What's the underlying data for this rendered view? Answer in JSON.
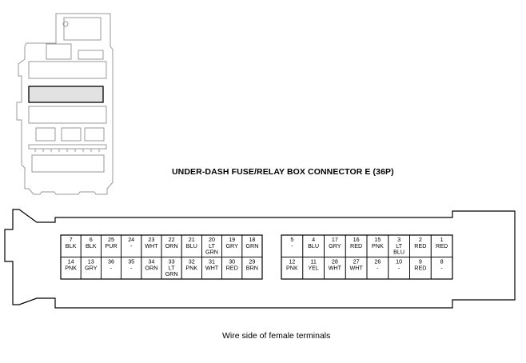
{
  "title": "UNDER-DASH FUSE/RELAY BOX CONNECTOR E (36P)",
  "caption": "Wire side of female terminals",
  "left_block": {
    "top_row": [
      {
        "pin": "7",
        "lines": [
          "BLK"
        ]
      },
      {
        "pin": "6",
        "lines": [
          "BLK"
        ]
      },
      {
        "pin": "25",
        "lines": [
          "PUR"
        ]
      },
      {
        "pin": "24",
        "lines": [
          "-"
        ]
      },
      {
        "pin": "23",
        "lines": [
          "WHT"
        ]
      },
      {
        "pin": "22",
        "lines": [
          "ORN"
        ]
      },
      {
        "pin": "21",
        "lines": [
          "BLU"
        ]
      },
      {
        "pin": "20",
        "lines": [
          "LT",
          "GRN"
        ]
      },
      {
        "pin": "19",
        "lines": [
          "GRY"
        ]
      },
      {
        "pin": "18",
        "lines": [
          "GRN"
        ]
      }
    ],
    "bottom_row": [
      {
        "pin": "14",
        "lines": [
          "PNK"
        ]
      },
      {
        "pin": "13",
        "lines": [
          "GRY"
        ]
      },
      {
        "pin": "36",
        "lines": [
          "-"
        ]
      },
      {
        "pin": "35",
        "lines": [
          "-"
        ]
      },
      {
        "pin": "34",
        "lines": [
          "ORN"
        ]
      },
      {
        "pin": "33",
        "lines": [
          "LT",
          "GRN"
        ]
      },
      {
        "pin": "32",
        "lines": [
          "PNK"
        ]
      },
      {
        "pin": "31",
        "lines": [
          "WHT"
        ]
      },
      {
        "pin": "30",
        "lines": [
          "RED"
        ]
      },
      {
        "pin": "29",
        "lines": [
          "BRN"
        ]
      }
    ]
  },
  "right_block": {
    "top_row": [
      {
        "pin": "5",
        "lines": [
          "-"
        ]
      },
      {
        "pin": "4",
        "lines": [
          "BLU"
        ]
      },
      {
        "pin": "17",
        "lines": [
          "GRY"
        ]
      },
      {
        "pin": "16",
        "lines": [
          "RED"
        ]
      },
      {
        "pin": "15",
        "lines": [
          "PNK"
        ]
      },
      {
        "pin": "3",
        "lines": [
          "LT",
          "BLU"
        ]
      },
      {
        "pin": "2",
        "lines": [
          "RED"
        ]
      },
      {
        "pin": "1",
        "lines": [
          "RED"
        ]
      }
    ],
    "bottom_row": [
      {
        "pin": "12",
        "lines": [
          "PNK"
        ]
      },
      {
        "pin": "11",
        "lines": [
          "YEL"
        ]
      },
      {
        "pin": "28",
        "lines": [
          "WHT"
        ]
      },
      {
        "pin": "27",
        "lines": [
          "WHT"
        ]
      },
      {
        "pin": "26",
        "lines": [
          "-"
        ]
      },
      {
        "pin": "10",
        "lines": [
          "-"
        ]
      },
      {
        "pin": "9",
        "lines": [
          "RED"
        ]
      },
      {
        "pin": "8",
        "lines": [
          "-"
        ]
      }
    ]
  },
  "colors": {
    "line": "#000000",
    "locator_stroke": "#999999",
    "highlight_fill": "#e2e2e2"
  }
}
